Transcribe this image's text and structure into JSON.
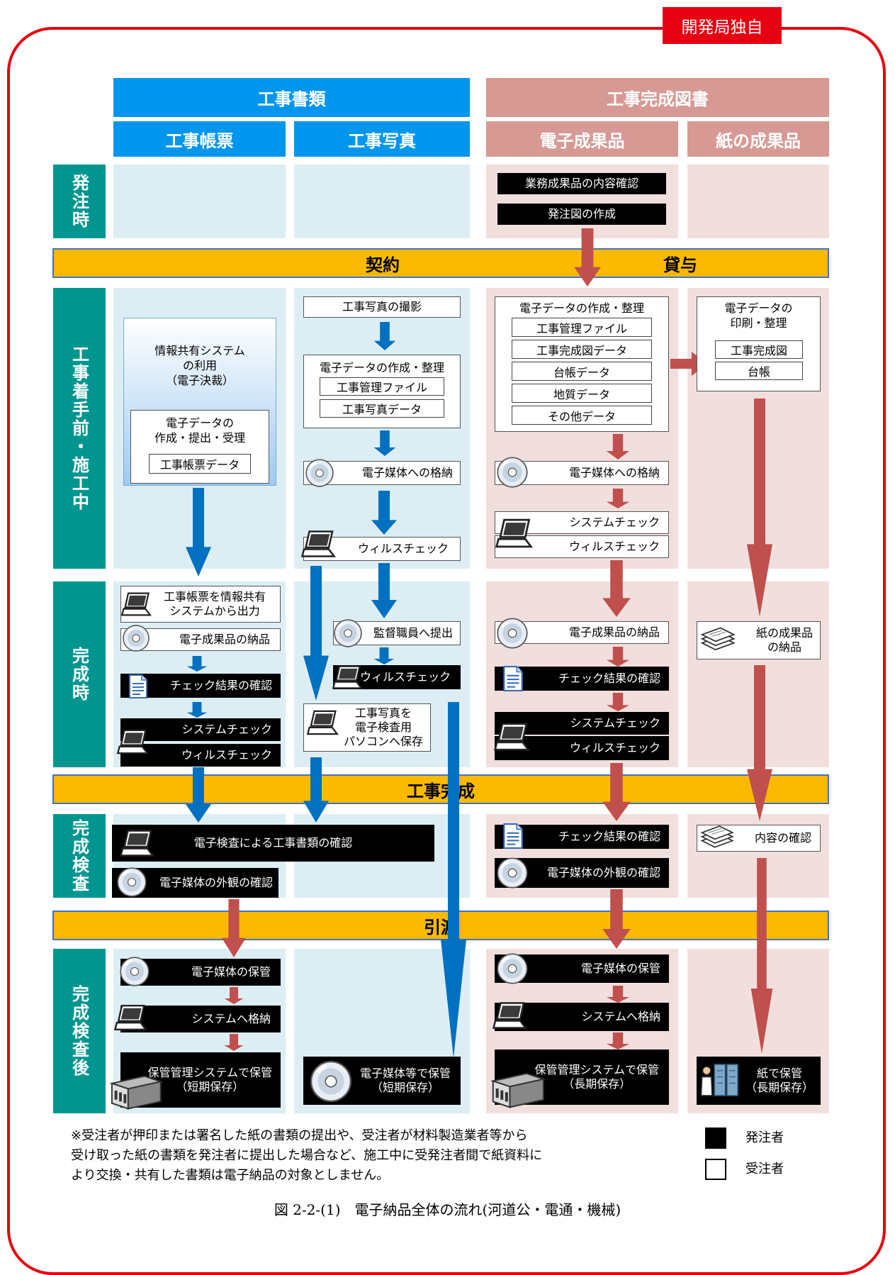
{
  "tag": "開発局独自",
  "headers": {
    "kouji_shorui": "工事書類",
    "kansei_zusho": "工事完成図書",
    "chouhyou": "工事帳票",
    "shashin": "工事写真",
    "denshi_seika": "電子成果品",
    "kami_seika": "紙の成果品"
  },
  "rows": {
    "hacchu": "発注時",
    "chakushu": "工事着手前・施工中",
    "kansei": "完成時",
    "kensa": "完成検査",
    "kensa_go": "完成検査後"
  },
  "bands": {
    "keiyaku": "契約",
    "taiyo": "貸与",
    "kouji_kansei": "工事完成",
    "hikiwatashi": "引渡"
  },
  "hacchu": {
    "gyomu_kakunin": "業務成果品の内容確認",
    "hacchuzu": "発注図の作成"
  },
  "chouhyou": {
    "system_title": "情報共有システム\nの利用\n（電子決裁）",
    "denshi_title": "電子データの\n作成・提出・受理",
    "chouhyou_data": "工事帳票データ",
    "shutsuryoku": "工事帳票を情報共有\nシステムから出力",
    "nouhin": "電子成果品の納品",
    "check_kekka": "チェック結果の確認",
    "system_check": "システムチェック",
    "virus_check": "ウィルスチェック",
    "denshi_kensa": "電子検査による工事書類の確認",
    "gaikan": "電子媒体の外観の確認",
    "hokan": "電子媒体の保管",
    "system_kakunou": "システムへ格納",
    "hokan_kanri": "保管管理システムで保管\n（短期保存）"
  },
  "shashin": {
    "satsuei": "工事写真の撮影",
    "denshi_title": "電子データの作成・整理",
    "kanri_file": "工事管理ファイル",
    "shashin_data": "工事写真データ",
    "baitai_kakunou": "電子媒体への格納",
    "virus_check": "ウィルスチェック",
    "teishutsu": "監督職員へ提出",
    "virus_check2": "ウィルスチェック",
    "hozon": "工事写真を\n電子検査用\nパソコンへ保存",
    "baitai_hokan": "電子媒体等で保管\n（短期保存）"
  },
  "denshi": {
    "title": "電子データの作成・整理",
    "items": [
      "工事管理ファイル",
      "工事完成図データ",
      "台帳データ",
      "地質データ",
      "その他データ"
    ],
    "baitai_kakunou": "電子媒体への格納",
    "system_check": "システムチェック",
    "virus_check": "ウィルスチェック",
    "nouhin": "電子成果品の納品",
    "check_kekka": "チェック結果の確認",
    "system_check2": "システムチェック",
    "virus_check2": "ウィルスチェック",
    "check_kekka2": "チェック結果の確認",
    "gaikan": "電子媒体の外観の確認",
    "hokan": "電子媒体の保管",
    "system_kakunou": "システムへ格納",
    "hokan_kanri": "保管管理システムで保管\n（長期保存）"
  },
  "kami": {
    "title": "電子データの\n印刷・整理",
    "kanseizu": "工事完成図",
    "daichou": "台帳",
    "nouhin": "紙の成果品\nの納品",
    "naiyou": "内容の確認",
    "hokan": "紙で保管\n（長期保存）"
  },
  "note": "※受注者が押印または署名した紙の書類の提出や、受注者が材料製造業者等から\n受け取った紙の書類を発注者に提出した場合など、施工中に受発注者間で紙資料に\nより交換・共有した書類は電子納品の対象としません。",
  "legend": {
    "hacchusha": "発注者",
    "juchusha": "受注者"
  },
  "caption": "図 2-2-(1)　電子納品全体の流れ(河道公・電通・機械)",
  "colors": {
    "frame": "#e60012",
    "blue": "#0096ee",
    "pink": "#d79994",
    "teal": "#00968f",
    "band": "#fbb900",
    "arrow_blue": "#0070c0",
    "arrow_red": "#c0504d"
  }
}
